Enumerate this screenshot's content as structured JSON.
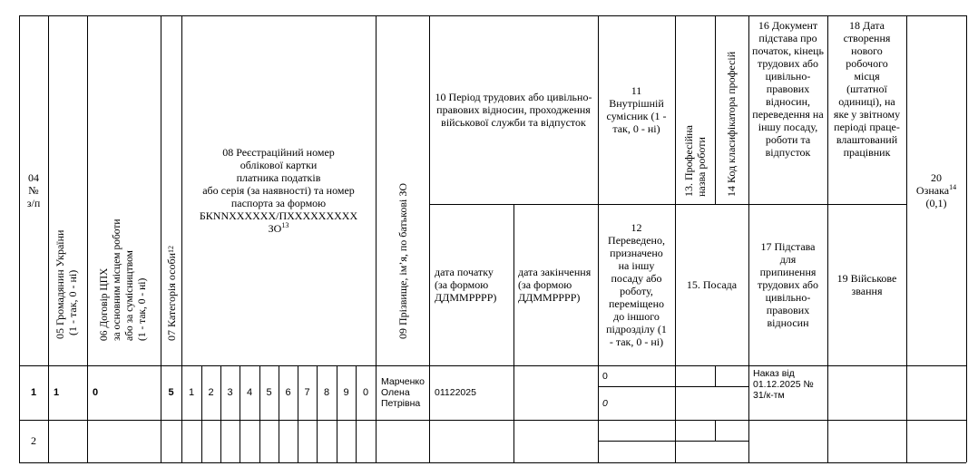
{
  "headers": {
    "col04": "04 № з/п",
    "col04_a": "04",
    "col04_b": "№",
    "col04_c": "з/п",
    "col05_a": "05  Громадянин України",
    "col05_b": "(1 - так, 0 - ні)",
    "col06_a": "06  Договір ЦПХ",
    "col06_b": "за основним місцем роботи",
    "col06_c": "або за сумісництвом",
    "col06_d": "(1 - так, 0 - ні)",
    "col07": "07  Категорія особи",
    "col07_sup": "12",
    "col08_lines": [
      "08  Реєстраційний номер",
      "облікової картки",
      "платника податків",
      "або серія (за наявності) та номер",
      "паспорта за формою",
      "БКNNXXXXXX/ПXXXXXXXXX",
      "ЗО"
    ],
    "col08_sup": "13",
    "col09": "09  Прізвище, ім’я, по батькові ЗО",
    "col10": "10  Період трудових або цивільно-правових відносин, проходження військової служби та відпусток",
    "col10_start": "дата початку (за формою ДДММРРРР)",
    "col10_end": "дата закінчення (за формою ДДММРРРР)",
    "col11": "11 Внутрішній сумісник (1 - так, 0 - ні)",
    "col12": "12 Переведено, призначено на іншу посаду або роботу, переміщено до іншого підрозділу (1 - так, 0 - ні)",
    "col13": "13. Професійна назва роботи",
    "col14": "14  Код класифікатора професій",
    "col15": "15. Посада",
    "col16": "16  Документ підстава про початок, кінець трудових або цивільно-правових відносин, переведення на іншу посаду, роботи та відпусток",
    "col17": "17  Підстава для припинення трудових або цивільно-правових відносин",
    "col18": "18  Дата створення нового робочого місця (штатної одиниці), на яке у звітному періоді праце-влаштований працівник",
    "col19": "19  Військове звання",
    "col20_a": "20",
    "col20_b": "Ознака",
    "col20_sup": "14",
    "col20_c": "(0,1)"
  },
  "rows": [
    {
      "num": "1",
      "citizen": "1",
      "contract": "0",
      "category": "5",
      "tax_digits": [
        "1",
        "2",
        "3",
        "4",
        "5",
        "6",
        "7",
        "8",
        "9",
        "0"
      ],
      "name_lines": [
        "Марченко",
        "Олена",
        "Петрівна"
      ],
      "start_date": "01122025",
      "end_date": "",
      "internal_top": "0",
      "internal_bottom": "0",
      "document_lines": [
        "Наказ від",
        "01.12.2025  №",
        "31/к-тм"
      ]
    },
    {
      "num": "2"
    }
  ]
}
